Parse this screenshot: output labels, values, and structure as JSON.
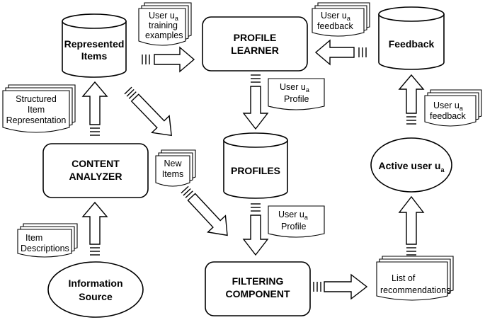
{
  "nodes": {
    "represented_items": {
      "line1": "Represented",
      "line2": "Items"
    },
    "profile_learner": {
      "line1": "PROFILE",
      "line2": "LEARNER"
    },
    "feedback": {
      "label": "Feedback"
    },
    "content_analyzer": {
      "line1": "CONTENT",
      "line2": "ANALYZER"
    },
    "profiles": {
      "label": "PROFILES"
    },
    "active_user": {
      "label": "Active user u",
      "sub": "a"
    },
    "information_source": {
      "line1": "Information",
      "line2": "Source"
    },
    "filtering_component": {
      "line1": "FILTERING",
      "line2": "COMPONENT"
    }
  },
  "documents": {
    "training_examples": {
      "line1": "User u",
      "sub": "a",
      "line2": "training",
      "line3": "examples"
    },
    "feedback_top": {
      "line1": "User u",
      "sub": "a",
      "line2": "feedback"
    },
    "feedback_right": {
      "line1": "User u",
      "sub": "a",
      "line2": "feedback"
    },
    "structured_item": {
      "line1": "Structured",
      "line2": "Item",
      "line3": "Representation"
    },
    "user_profile_1": {
      "line1": "User u",
      "sub": "a",
      "line2": "Profile"
    },
    "new_items": {
      "line1": "New",
      "line2": "Items"
    },
    "user_profile_2": {
      "line1": "User u",
      "sub": "a",
      "line2": "Profile"
    },
    "item_descriptions": {
      "line1": "Item",
      "line2": "Descriptions"
    },
    "recommendations": {
      "line1": "List of",
      "line2": "recommendations"
    }
  }
}
